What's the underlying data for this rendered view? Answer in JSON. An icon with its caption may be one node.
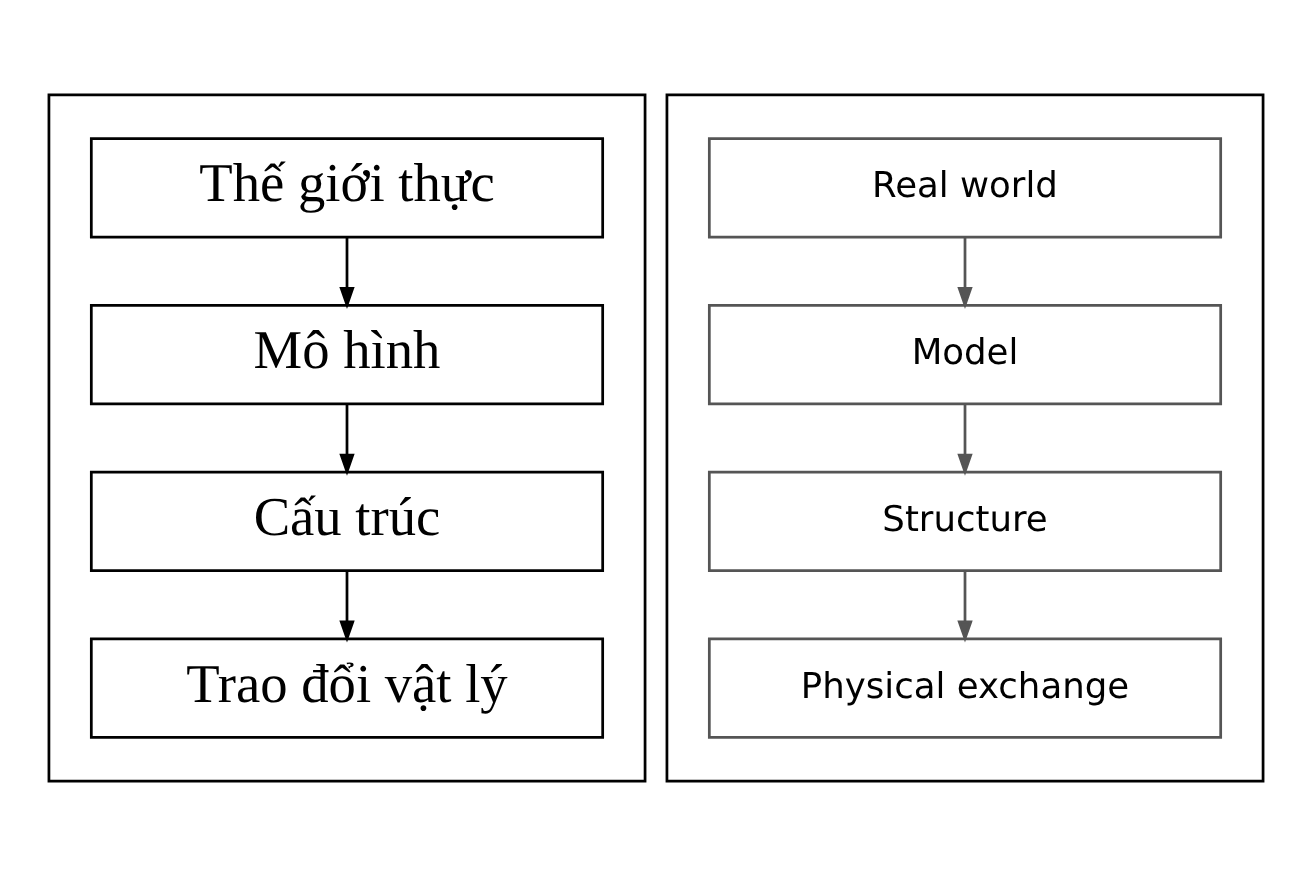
{
  "diagram": {
    "nodes": [
      {
        "text": [],
        "shape": "box"
      },
      {
        "text": [
          "Thế giới thực"
        ],
        "in": 0
      },
      {
        "text": [
          "Mô hình"
        ],
        "in": 0
      },
      {
        "text": [
          "Cấu trúc"
        ],
        "in": 0
      },
      {
        "text": [
          "Trao đổi vật lý"
        ],
        "in": 0
      },
      {
        "text": [],
        "shape": "box"
      },
      {
        "text": [
          "Real world"
        ],
        "in": 5
      },
      {
        "text": [
          "Model"
        ],
        "in": 5
      },
      {
        "text": [
          "Structure"
        ],
        "in": 5
      },
      {
        "text": [
          "Physical exchange"
        ],
        "in": 5
      }
    ],
    "edges": [
      {
        "from": 1,
        "to": 2,
        "arrow": "to"
      },
      {
        "from": 2,
        "to": 3,
        "arrow": "to"
      },
      {
        "from": 3,
        "to": 4,
        "arrow": "to"
      },
      {
        "from": 6,
        "to": 7,
        "arrow": "to"
      },
      {
        "from": 7,
        "to": 8,
        "arrow": "to"
      },
      {
        "from": 8,
        "to": 9,
        "arrow": "to"
      }
    ]
  }
}
